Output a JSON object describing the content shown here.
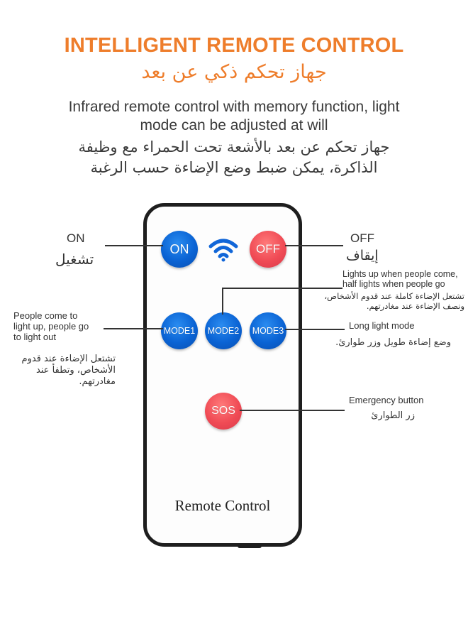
{
  "header": {
    "title_en": "INTELLIGENT REMOTE CONTROL",
    "title_ar": "جهاز تحكم ذكي عن بعد",
    "description_en_line1": "Infrared remote control with memory function, light",
    "description_en_line2": "mode can be adjusted at will",
    "description_ar_line1": "جهاز تحكم عن بعد بالأشعة تحت الحمراء مع وظيفة",
    "description_ar_line2": "الذاكرة، يمكن ضبط وضع الإضاءة حسب الرغبة"
  },
  "remote": {
    "label": "Remote Control",
    "buttons": {
      "on": "ON",
      "off": "OFF",
      "mode1": "MODE1",
      "mode2": "MODE2",
      "mode3": "MODE3",
      "sos": "SOS"
    }
  },
  "callouts": {
    "on_en": "ON",
    "on_ar": "تشغيل",
    "off_en": "OFF",
    "off_ar": "إيقاف",
    "mode2_en_line1": "Lights up when people come,",
    "mode2_en_line2": "half lights when people go",
    "mode2_ar_line1": "تشتعل الإضاءة كاملة عند قدوم الأشخاص،",
    "mode2_ar_line2": "ونصف الإضاءة عند مغادرتهم.",
    "mode1_en_line1": "People come to",
    "mode1_en_line2": "light up, people go",
    "mode1_en_line3": "to light out",
    "mode1_ar_line1": "تشتعل الإضاءة عند قدوم",
    "mode1_ar_line2": "الأشخاص، وتطفأ عند",
    "mode1_ar_line3": "مغادرتهم.",
    "mode3_en": "Long light mode",
    "mode3_ar": "وضع إضاءة طويل وزر طوارئ.",
    "sos_en": "Emergency button",
    "sos_ar": "زر الطوارئ"
  },
  "colors": {
    "accent": "#ee7d2b",
    "button_blue": "#0a63d4",
    "button_red": "#f04b55"
  }
}
